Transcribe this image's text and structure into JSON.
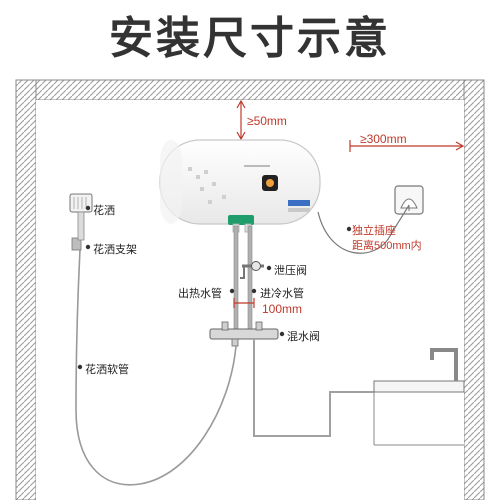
{
  "title": "安装尺寸示意",
  "dimensions": {
    "top_clearance": "≥50mm",
    "side_clearance": "≥300mm",
    "pipe_spacing": "100mm"
  },
  "labels": {
    "shower_head": "花洒",
    "shower_holder": "花洒支架",
    "shower_hose": "花洒软管",
    "pressure_valve": "泄压阀",
    "hot_pipe": "出热水管",
    "cold_pipe": "进冷水管",
    "mixing_valve": "混水阀",
    "socket_line1": "独立插座",
    "socket_line2": "距离500mm内"
  },
  "colors": {
    "dimension_red": "#c0392b",
    "wall_gray": "#999999",
    "pipe_gray": "#9a9a9a"
  }
}
